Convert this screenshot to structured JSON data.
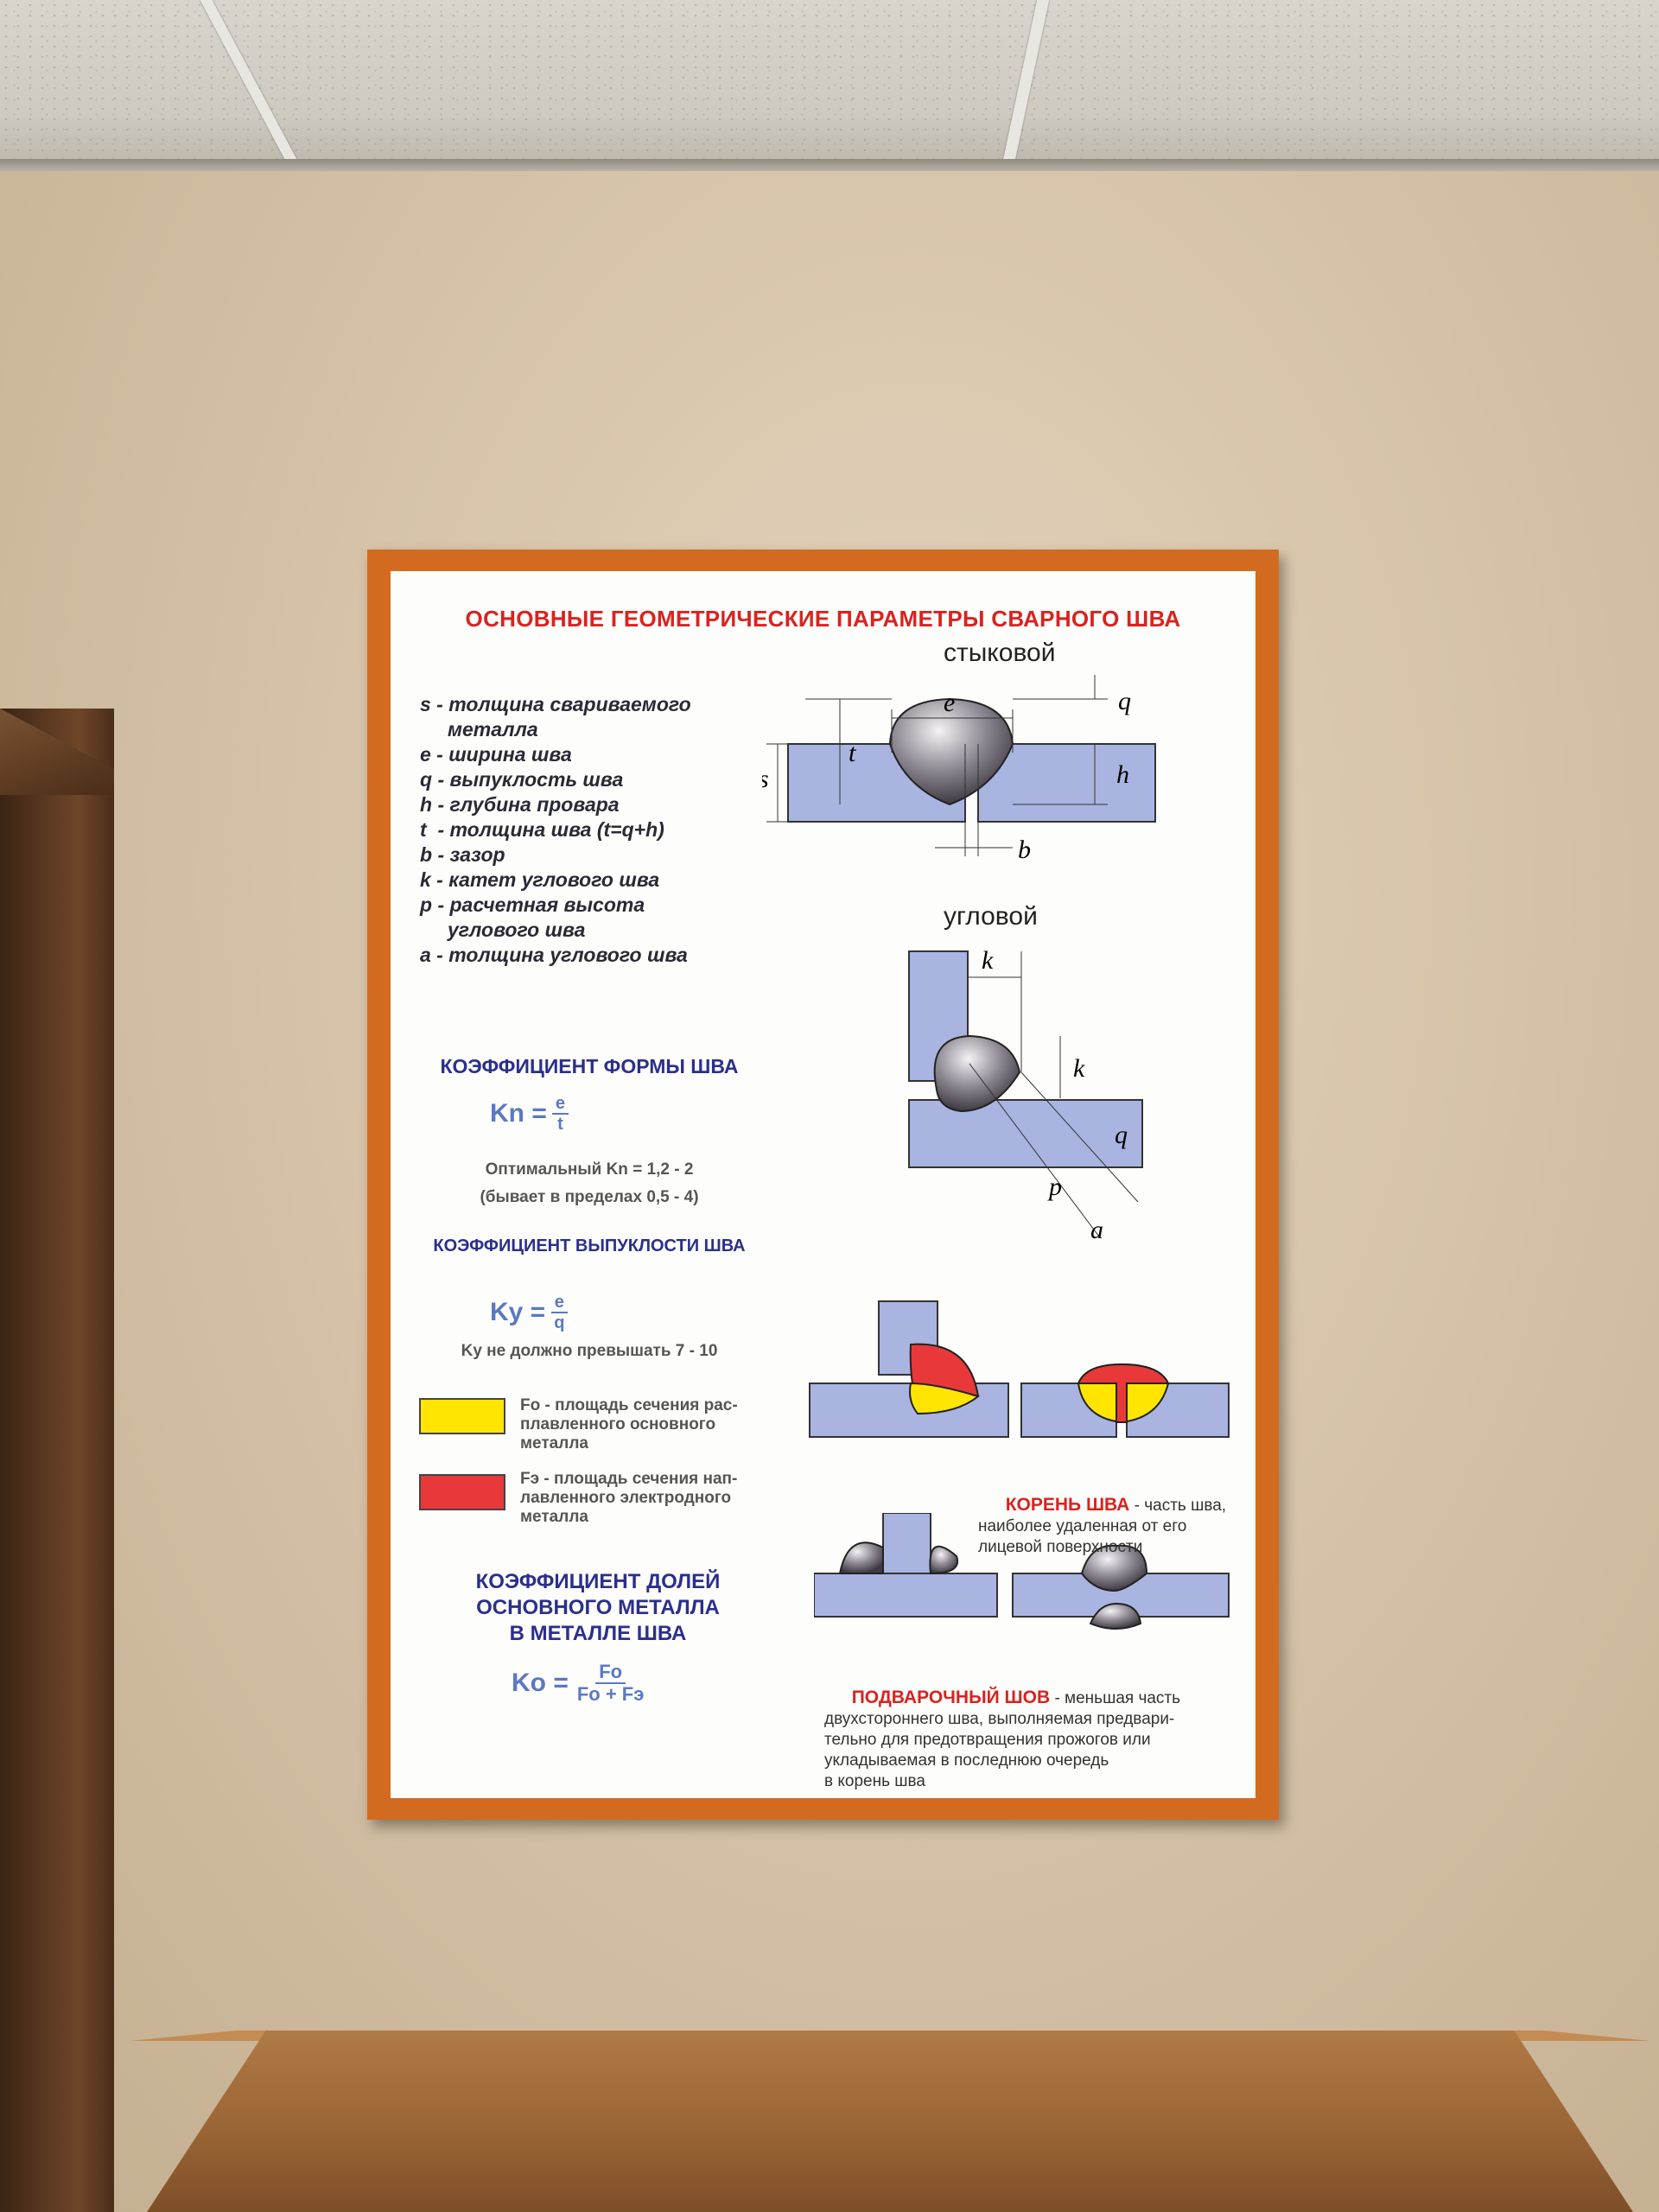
{
  "poster": {
    "title": "ОСНОВНЫЕ ГЕОМЕТРИЧЕСКИЕ ПАРАМЕТРЫ СВАРНОГО ШВА",
    "params": [
      "s - толщина свариваемого",
      "     металла",
      "e - ширина шва",
      "q - выпуклость шва",
      "h - глубина провара",
      "t  - толщина шва (t=q+h)",
      "b - зазор",
      "k - катет углового шва",
      "p - расчетная высота",
      "     углового шва",
      "a - толщина углового шва"
    ],
    "butt_label": "стыковой",
    "fillet_label": "угловой",
    "dim_letters": {
      "e": "e",
      "q": "q",
      "h": "h",
      "s": "s",
      "t": "t",
      "b": "b",
      "k": "k",
      "p": "p",
      "a": "a"
    },
    "form_coef": {
      "heading": "КОЭФФИЦИЕНТ ФОРМЫ ШВА",
      "lhs": "Kn =",
      "num": "e",
      "den": "t",
      "note1": "Оптимальный  Kn = 1,2 - 2",
      "note2": "(бывает в пределах 0,5 - 4)"
    },
    "convex_coef": {
      "heading": "КОЭФФИЦИЕНТ ВЫПУКЛОСТИ ШВА",
      "lhs": "Ky =",
      "num": "e",
      "den": "q",
      "note": "Ky не должно превышать 7 - 10"
    },
    "legend": {
      "fo": "Fo - площадь сечения рас-\nплавленного основного\nметалла",
      "fe": "Fэ - площадь сечения нап-\nлавленного электродного\nметалла",
      "fo_color": "#ffe500",
      "fe_color": "#e8383a"
    },
    "share_coef": {
      "heading": "КОЭФФИЦИЕНТ ДОЛЕЙ\nОСНОВНОГО МЕТАЛЛА\nВ МЕТАЛЛЕ ШВА",
      "lhs": "Ko =",
      "num": "Fo",
      "den": "Fo + Fэ"
    },
    "root": {
      "term": "КОРЕНЬ ШВА",
      "text": " - часть шва,\nнаиболее удаленная от его\nлицевой поверхности"
    },
    "backing": {
      "term": "ПОДВАРОЧНЫЙ ШОВ",
      "text": " - меньшая часть\nдвухстороннего шва, выполняемая предвари-\nтельно для предотвращения прожогов или\nукладываемая в последнюю очередь\nв корень шва"
    },
    "colors": {
      "frame": "#d26b20",
      "title": "#d9231f",
      "heading": "#2b2f8c",
      "formula": "#5a79c4",
      "metal": "#a9b4e0"
    }
  }
}
